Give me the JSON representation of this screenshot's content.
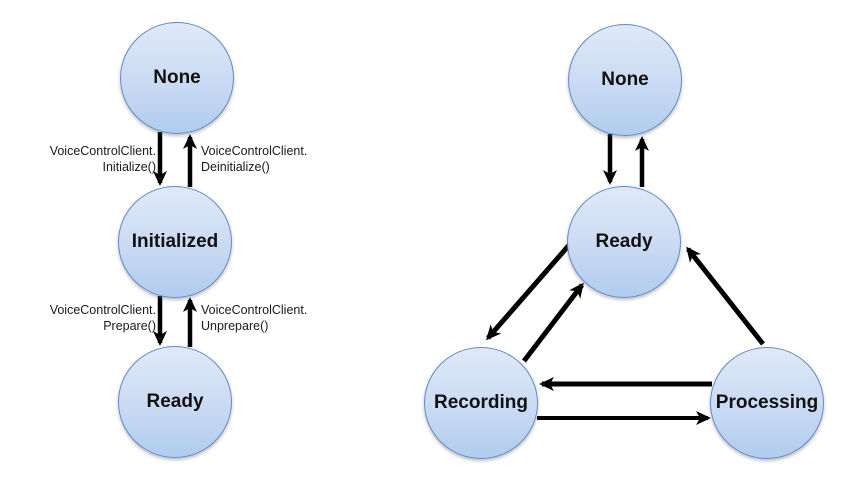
{
  "colors": {
    "background": "#ffffff",
    "node_fill_top": "#dfe9f8",
    "node_fill_bottom": "#b0ccee",
    "node_border": "#5f8ac8",
    "arrow": "#000000",
    "text": "#111111"
  },
  "left_diagram": {
    "nodes": {
      "none": {
        "label": "None"
      },
      "initialized": {
        "label": "Initialized"
      },
      "ready": {
        "label": "Ready"
      }
    },
    "transitions": {
      "initialize": {
        "line1": "VoiceControlClient.",
        "line2": "Initialize()"
      },
      "deinitialize": {
        "line1": "VoiceControlClient.",
        "line2": "Deinitialize()"
      },
      "prepare": {
        "line1": "VoiceControlClient.",
        "line2": "Prepare()"
      },
      "unprepare": {
        "line1": "VoiceControlClient.",
        "line2": "Unprepare()"
      }
    }
  },
  "right_diagram": {
    "nodes": {
      "none": {
        "label": "None"
      },
      "ready": {
        "label": "Ready"
      },
      "recording": {
        "label": "Recording"
      },
      "processing": {
        "label": "Processing"
      }
    }
  }
}
